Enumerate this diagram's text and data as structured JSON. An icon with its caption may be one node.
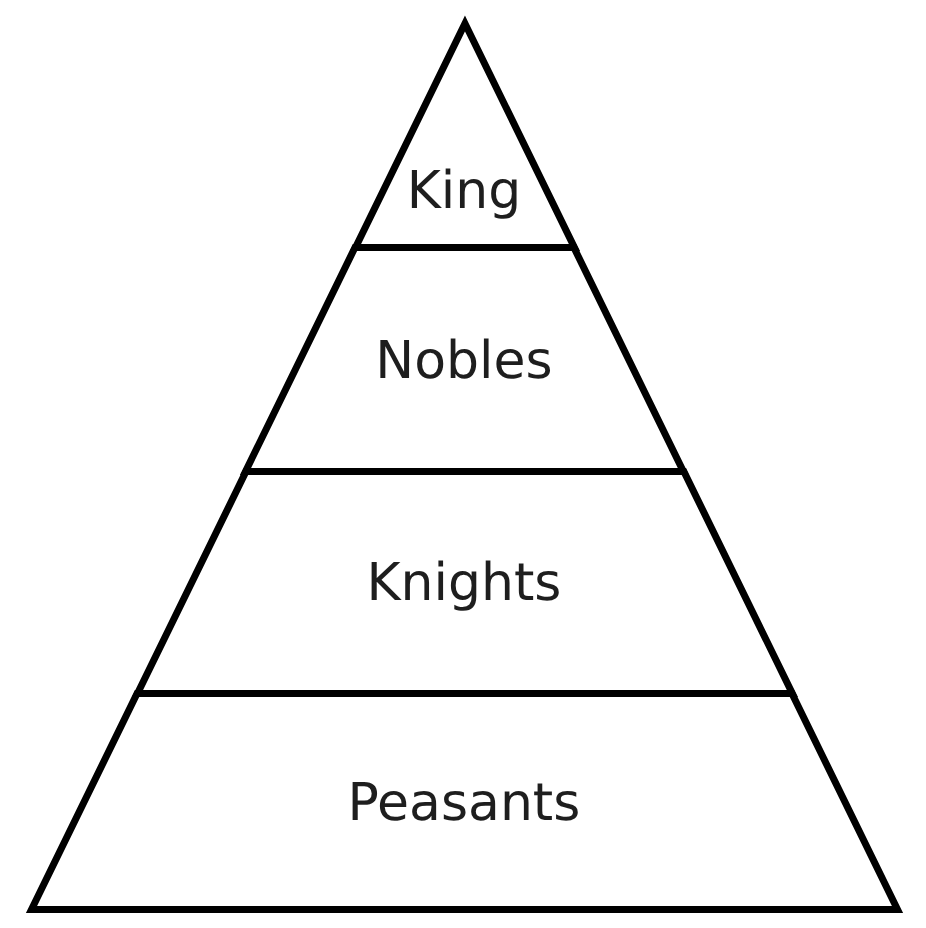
{
  "diagram": {
    "nodes": [
      {
        "text": [
          "King"
        ]
      },
      {
        "text": [
          "Nobles"
        ]
      },
      {
        "text": [
          "Knights"
        ]
      },
      {
        "text": [
          "Peasants"
        ]
      }
    ]
  }
}
